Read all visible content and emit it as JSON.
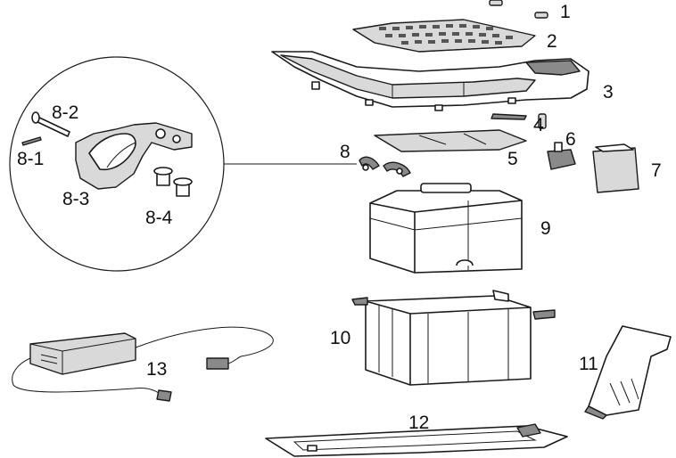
{
  "diagram": {
    "callouts": [
      {
        "id": "1",
        "text": "1"
      },
      {
        "id": "2",
        "text": "2"
      },
      {
        "id": "3",
        "text": "3"
      },
      {
        "id": "4",
        "text": "4"
      },
      {
        "id": "5",
        "text": "5"
      },
      {
        "id": "6",
        "text": "6"
      },
      {
        "id": "7",
        "text": "7"
      },
      {
        "id": "8",
        "text": "8"
      },
      {
        "id": "8-1",
        "text": "8-1"
      },
      {
        "id": "8-2",
        "text": "8-2"
      },
      {
        "id": "8-3",
        "text": "8-3"
      },
      {
        "id": "8-4",
        "text": "8-4"
      },
      {
        "id": "9",
        "text": "9"
      },
      {
        "id": "10",
        "text": "10"
      },
      {
        "id": "11",
        "text": "11"
      },
      {
        "id": "12",
        "text": "12"
      },
      {
        "id": "13",
        "text": "13"
      }
    ],
    "colors": {
      "line": "#1a1a1a",
      "fill_light": "#d9d9d9",
      "fill_dark": "#8a8a8a",
      "background": "#ffffff"
    }
  }
}
